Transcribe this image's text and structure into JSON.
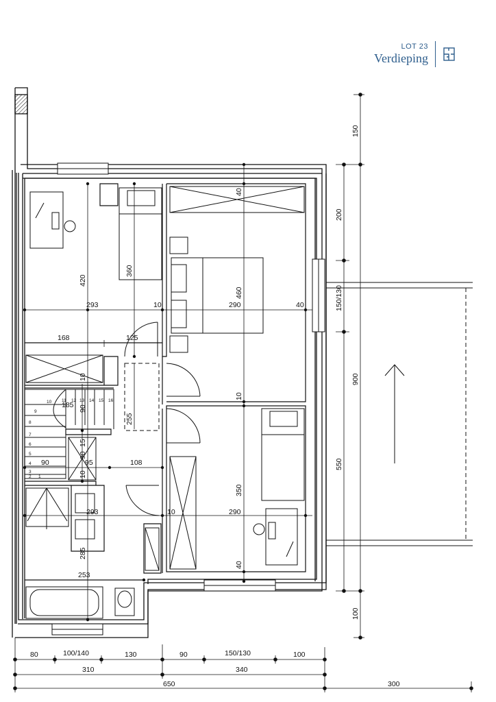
{
  "header": {
    "lot_label": "LOT 23",
    "floor_title": "Verdieping",
    "icon": "floorplan-icon",
    "accent_color": "#2d5d8c"
  },
  "dimensions": {
    "right_segments": [
      "150",
      "200",
      "150/130",
      "550",
      "100"
    ],
    "right_total": "900",
    "bottom_row1": [
      "80",
      "100/140",
      "130",
      "90",
      "150/130",
      "100"
    ],
    "bottom_row2": [
      "310",
      "340"
    ],
    "bottom_row3": [
      "650",
      "300"
    ],
    "interior": {
      "bedroom1_depth": "420",
      "bedroom1_bed_depth": "360",
      "bedroom1_width": "293",
      "wall_10_a": "10",
      "master_depth": "460",
      "master_width": "290",
      "wall_40_a": "40",
      "wall_40_top": "40",
      "closet_width": "168",
      "landing_width": "125",
      "wall_10_b": "10",
      "stair_185": "185",
      "stair_90_a": "90",
      "corridor_255": "255",
      "wall_10_c": "10",
      "bedroom3_depth": "350",
      "stair_15": "15",
      "stair_90_b": "90",
      "stair_90_c": "90",
      "stair_95": "95",
      "corridor_108": "108",
      "wall_10_d": "10",
      "bath_width": "293",
      "wall_10_e": "10",
      "bedroom3_width": "290",
      "bath_285": "285",
      "wall_40_b": "40",
      "bath_253": "253"
    }
  },
  "stair_numbers": [
    "10",
    "11",
    "12",
    "13",
    "14",
    "15",
    "16",
    "9",
    "8",
    "7",
    "6",
    "5",
    "4",
    "3",
    "2",
    "1"
  ],
  "colors": {
    "line": "#111111",
    "wall_fill": "#ffffff",
    "accent": "#2d5d8c"
  }
}
